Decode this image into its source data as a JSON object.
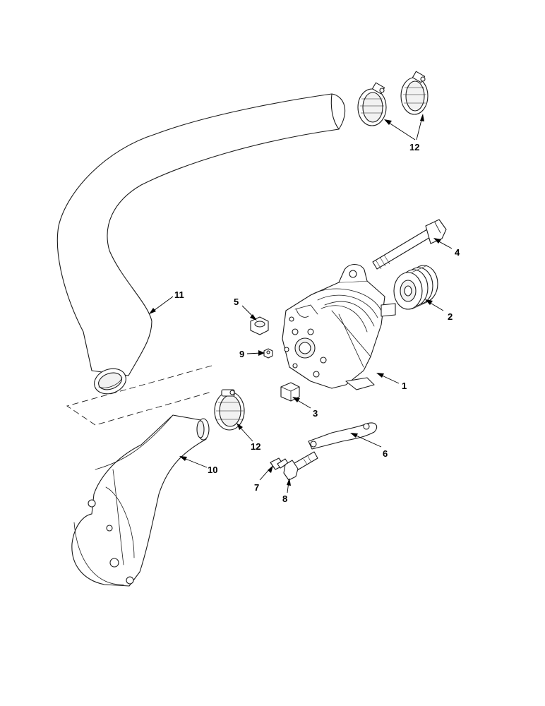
{
  "callouts": {
    "c1": "1",
    "c2": "2",
    "c3": "3",
    "c4": "4",
    "c5": "5",
    "c6": "6",
    "c7": "7",
    "c8": "8",
    "c9": "9",
    "c10": "10",
    "c11": "11",
    "c12_top": "12",
    "c12_mid": "12"
  }
}
